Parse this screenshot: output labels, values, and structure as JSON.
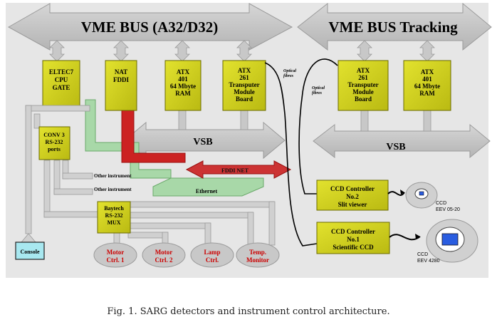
{
  "buses": {
    "main": "VME BUS (A32/D32)",
    "tracking": "VME BUS Tracking",
    "vsb_left": "VSB",
    "vsb_right": "VSB"
  },
  "boxes": {
    "eltec": [
      "ELTEC7",
      "CPU",
      "GATE"
    ],
    "nat": [
      "NAT",
      "FDDI"
    ],
    "atx401_left": [
      "ATX",
      "401",
      "64 Mbyte",
      "RAM"
    ],
    "atx261_left": [
      "ATX",
      "261",
      "Transputer",
      "Module",
      "Board"
    ],
    "atx261_right": [
      "ATX",
      "261",
      "Transputer",
      "Module",
      "Board"
    ],
    "atx401_right": [
      "ATX",
      "401",
      "64 Mbyte",
      "RAM"
    ],
    "conv": [
      "CONV 3",
      "RS-232",
      "ports"
    ],
    "baytech": [
      "Baytech",
      "RS-232",
      "MUX"
    ],
    "console": "Console",
    "ccd2": [
      "CCD Controller",
      "No.2",
      "Slit viewer"
    ],
    "ccd1": [
      "CCD Controller",
      "No.1",
      "Scientific CCD"
    ]
  },
  "labels": {
    "fddi_net": "FDDI NET",
    "ethernet": "Ethernet",
    "other1": "Other instrument",
    "other2": "Other instrument",
    "optical1": [
      "Optical",
      "fibres"
    ],
    "optical2": [
      "Optical",
      "fibres"
    ]
  },
  "devices": {
    "motor1": [
      "Motor",
      "Ctrl. 1"
    ],
    "motor2": [
      "Motor",
      "Ctrl. 2"
    ],
    "lamp": [
      "Lamp",
      "Ctrl."
    ],
    "temp": [
      "Temp.",
      "Monitor"
    ]
  },
  "ccds": {
    "small": [
      "CCD",
      "EEV 05-20"
    ],
    "large": [
      "CCD",
      "EEV 4280"
    ]
  },
  "caption": "Fig. 1. SARG detectors and instrument control architecture."
}
